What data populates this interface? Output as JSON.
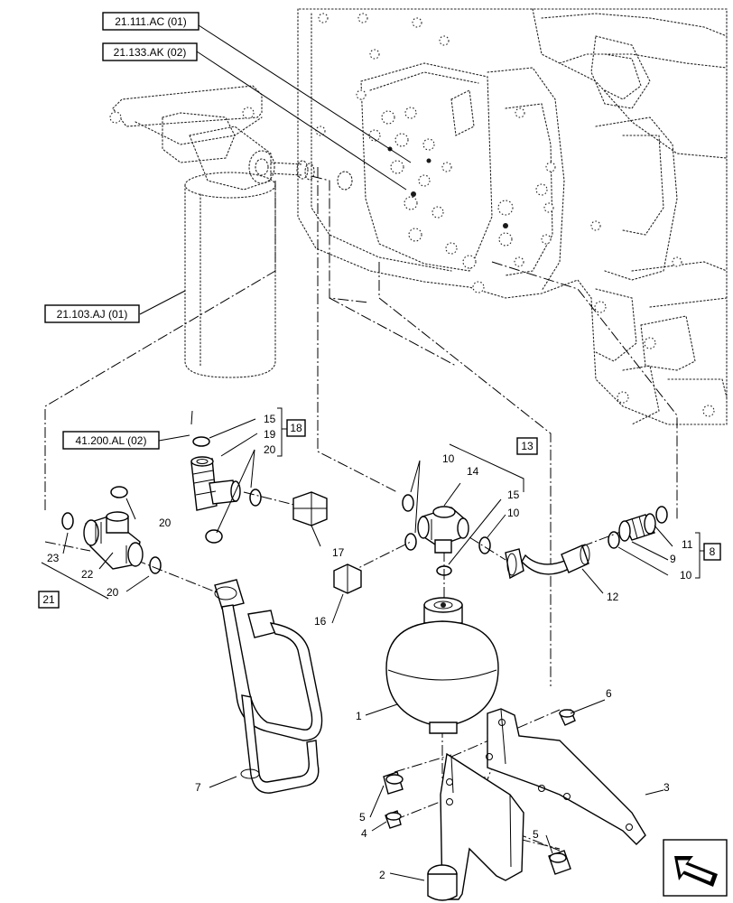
{
  "references": {
    "r1": "21.111.AC (01)",
    "r2": "21.133.AK (02)",
    "r3": "21.103.AJ (01)",
    "r4": "41.200.AL (02)"
  },
  "groups": {
    "g18": "18",
    "g13": "13",
    "g21": "21",
    "g8": "8"
  },
  "callouts": {
    "c1": "1",
    "c2": "2",
    "c3": "3",
    "c4": "4",
    "c5a": "5",
    "c5b": "5",
    "c6": "6",
    "c7": "7",
    "c9": "9",
    "c10a": "10",
    "c10b": "10",
    "c10c": "10",
    "c11": "11",
    "c12": "12",
    "c14": "14",
    "c15a": "15",
    "c15b": "15",
    "c16": "16",
    "c17": "17",
    "c19": "19",
    "c20a": "20",
    "c20b": "20",
    "c20c": "20",
    "c22": "22",
    "c23": "23"
  },
  "nav": {
    "icon": "next-page-arrow-icon"
  }
}
